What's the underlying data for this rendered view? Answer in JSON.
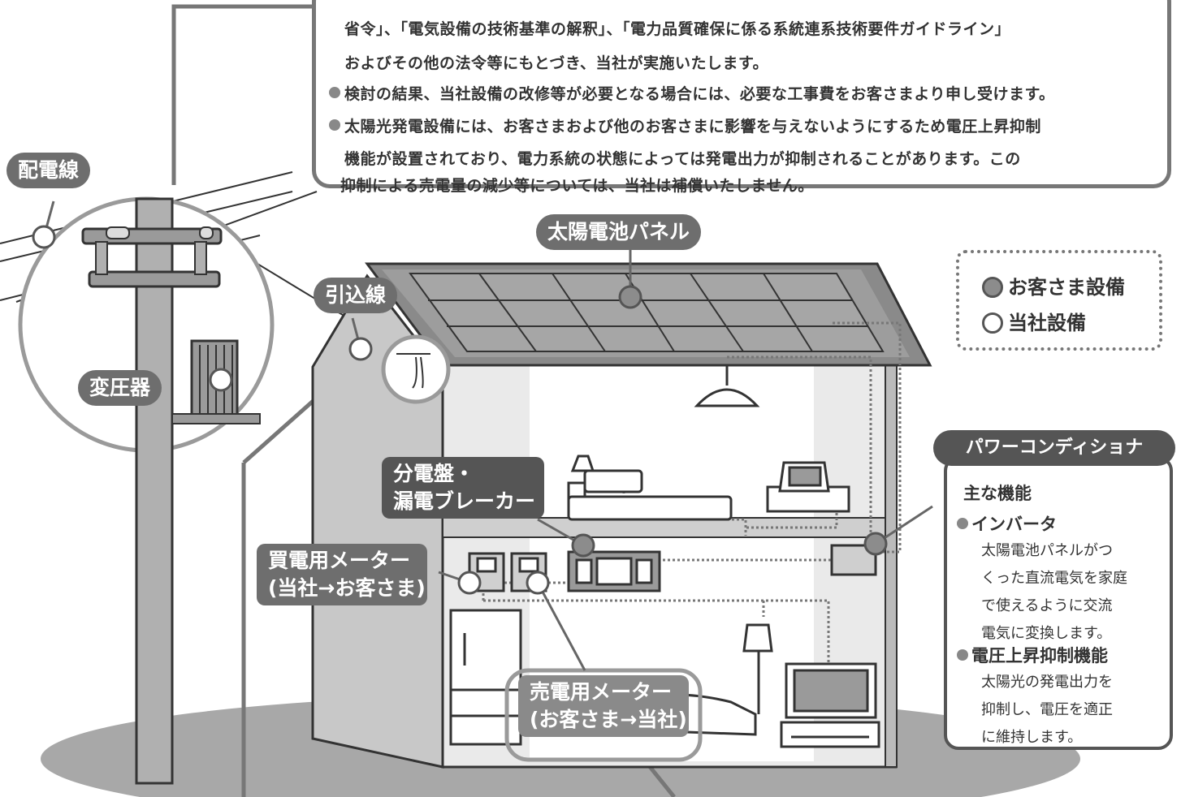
{
  "notice": {
    "line1": "省令」、「電気設備の技術基準の解釈」、「電力品質確保に係る系統連系技術要件ガイドライン」",
    "line2": "およびその他の法令等にもとづき、当社が実施いたします。",
    "line3": "検討の結果、当社設備の改修等が必要となる場合には、必要な工事費をお客さまより申し受けます。",
    "line4": "太陽光発電設備には、お客さまおよび他のお客さまに影響を与えないようにするため電圧上昇抑制",
    "line5": "機能が設置されており、電力系統の状態によっては発電出力が抑制されることがあります。この",
    "line6": "抑制による売電量の減少等については、当社は補償いたしません。"
  },
  "labels": {
    "haidensen": "配電線",
    "henatsuki": "変圧器",
    "hikikomisen": "引込線",
    "solar_panel": "太陽電池パネル",
    "bundenban_1": "分電盤・",
    "bundenban_2": "漏電ブレーカー",
    "kaiden_1": "買電用メーター",
    "kaiden_2": "(当社→お客さま)",
    "baiden_1": "売電用メーター",
    "baiden_2": "(お客さま→当社)"
  },
  "legend": {
    "customer": "お客さま設備",
    "company": "当社設備",
    "customer_color": "#8c8c8c",
    "company_color": "#ffffff"
  },
  "power_conditioner": {
    "title": "パワーコンディショナ",
    "heading": "主な機能",
    "f1_title": "インバータ",
    "f1_l1": "太陽電池パネルがつ",
    "f1_l2": "くった直流電気を家庭",
    "f1_l3": "で使えるように交流",
    "f1_l4": "電気に変換します。",
    "f2_title": "電圧上昇抑制機能",
    "f2_l1": "太陽光の発電出力を",
    "f2_l2": "抑制し、電圧を適正",
    "f2_l3": "に維持します。"
  },
  "colors": {
    "dark": "#555555",
    "mid": "#8c8c8c",
    "light": "#d9d9d9",
    "ground": "#a8a8a8"
  }
}
